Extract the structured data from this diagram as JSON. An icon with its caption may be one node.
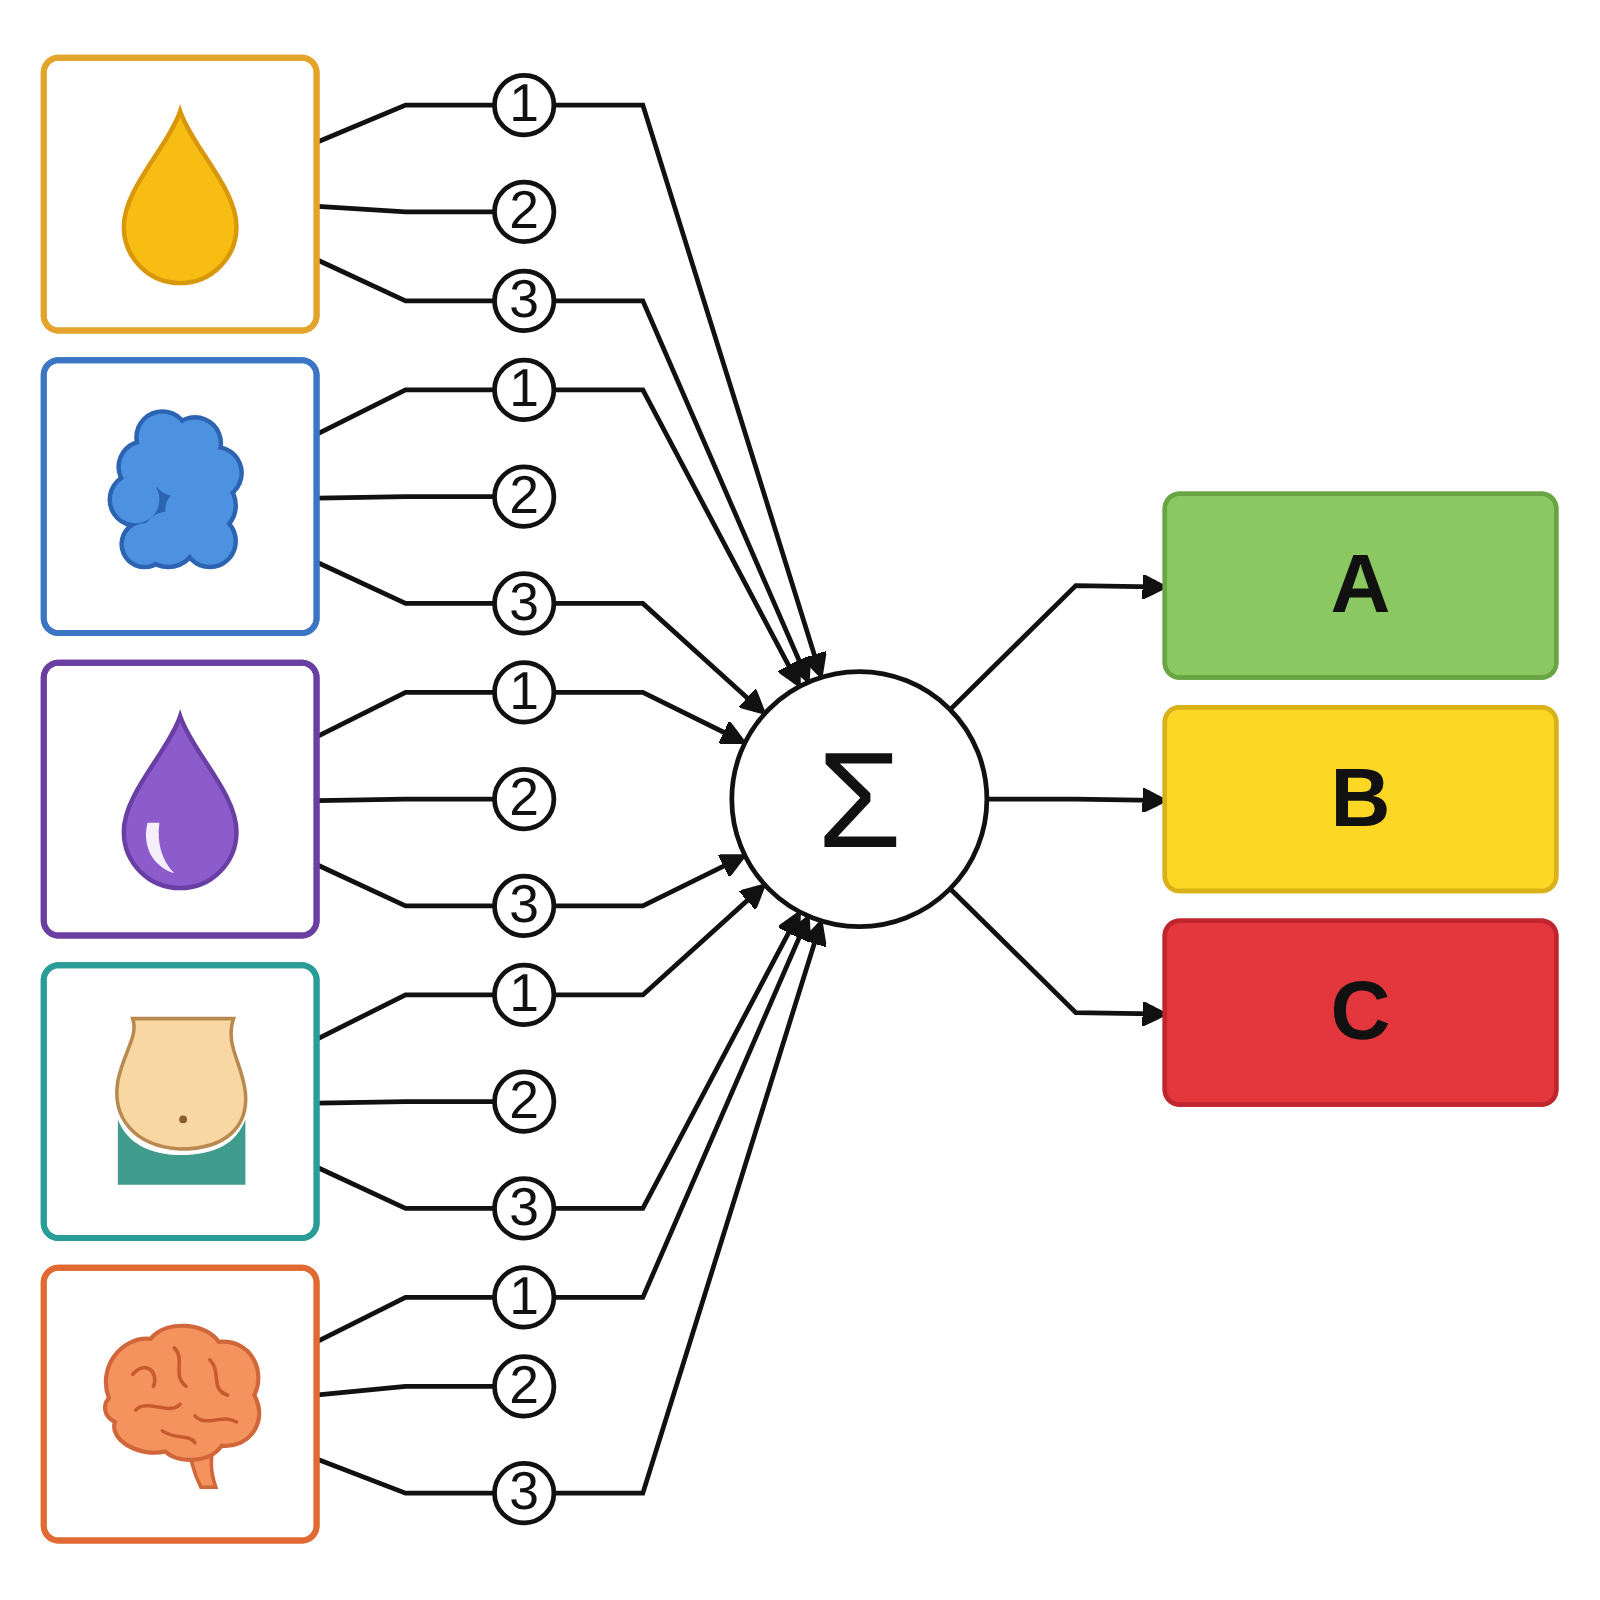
{
  "diagram": {
    "nodes": [
      {
        "text": [],
        "shape": "picture"
      },
      {
        "text": [
          "1"
        ]
      },
      {
        "text": [
          "2"
        ]
      },
      {
        "text": [
          "3"
        ]
      },
      {
        "text": [],
        "shape": "picture"
      },
      {
        "text": [
          "1"
        ]
      },
      {
        "text": [
          "2"
        ]
      },
      {
        "text": [
          "3"
        ]
      },
      {
        "text": [],
        "shape": "picture"
      },
      {
        "text": [
          "1"
        ]
      },
      {
        "text": [
          "2"
        ]
      },
      {
        "text": [
          "3"
        ]
      },
      {
        "text": [],
        "shape": "picture"
      },
      {
        "text": [
          "1"
        ]
      },
      {
        "text": [
          "2"
        ]
      },
      {
        "text": [
          "3"
        ]
      },
      {
        "text": [],
        "shape": "picture"
      },
      {
        "text": [
          "1"
        ]
      },
      {
        "text": [
          "2"
        ]
      },
      {
        "text": [
          "3"
        ]
      },
      {
        "text": [
          "Σ"
        ]
      },
      {
        "text": [
          "A"
        ]
      },
      {
        "text": [
          "B"
        ]
      },
      {
        "text": [
          "C"
        ]
      }
    ],
    "edges": [
      {
        "from": 0,
        "to": 1,
        "arrow": "none"
      },
      {
        "from": 0,
        "to": 2,
        "arrow": "none"
      },
      {
        "from": 0,
        "to": 3,
        "arrow": "none"
      },
      {
        "from": 1,
        "to": 20,
        "arrow": "to"
      },
      {
        "from": 3,
        "to": 20,
        "arrow": "to"
      },
      {
        "from": 4,
        "to": 5,
        "arrow": "none"
      },
      {
        "from": 4,
        "to": 6,
        "arrow": "none"
      },
      {
        "from": 4,
        "to": 7,
        "arrow": "none"
      },
      {
        "from": 5,
        "to": 20,
        "arrow": "to"
      },
      {
        "from": 7,
        "to": 20,
        "arrow": "to"
      },
      {
        "from": 8,
        "to": 9,
        "arrow": "none"
      },
      {
        "from": 8,
        "to": 10,
        "arrow": "none"
      },
      {
        "from": 8,
        "to": 11,
        "arrow": "none"
      },
      {
        "from": 9,
        "to": 20,
        "arrow": "to"
      },
      {
        "from": 11,
        "to": 20,
        "arrow": "to"
      },
      {
        "from": 12,
        "to": 13,
        "arrow": "none"
      },
      {
        "from": 12,
        "to": 14,
        "arrow": "none"
      },
      {
        "from": 12,
        "to": 15,
        "arrow": "none"
      },
      {
        "from": 13,
        "to": 20,
        "arrow": "to"
      },
      {
        "from": 15,
        "to": 20,
        "arrow": "to"
      },
      {
        "from": 16,
        "to": 17,
        "arrow": "none"
      },
      {
        "from": 16,
        "to": 18,
        "arrow": "none"
      },
      {
        "from": 16,
        "to": 19,
        "arrow": "none"
      },
      {
        "from": 17,
        "to": 20,
        "arrow": "to"
      },
      {
        "from": 19,
        "to": 20,
        "arrow": "to"
      },
      {
        "from": 20,
        "to": 21,
        "arrow": "to"
      },
      {
        "from": 20,
        "to": 22,
        "arrow": "to"
      },
      {
        "from": 20,
        "to": 23,
        "arrow": "to"
      }
    ]
  }
}
